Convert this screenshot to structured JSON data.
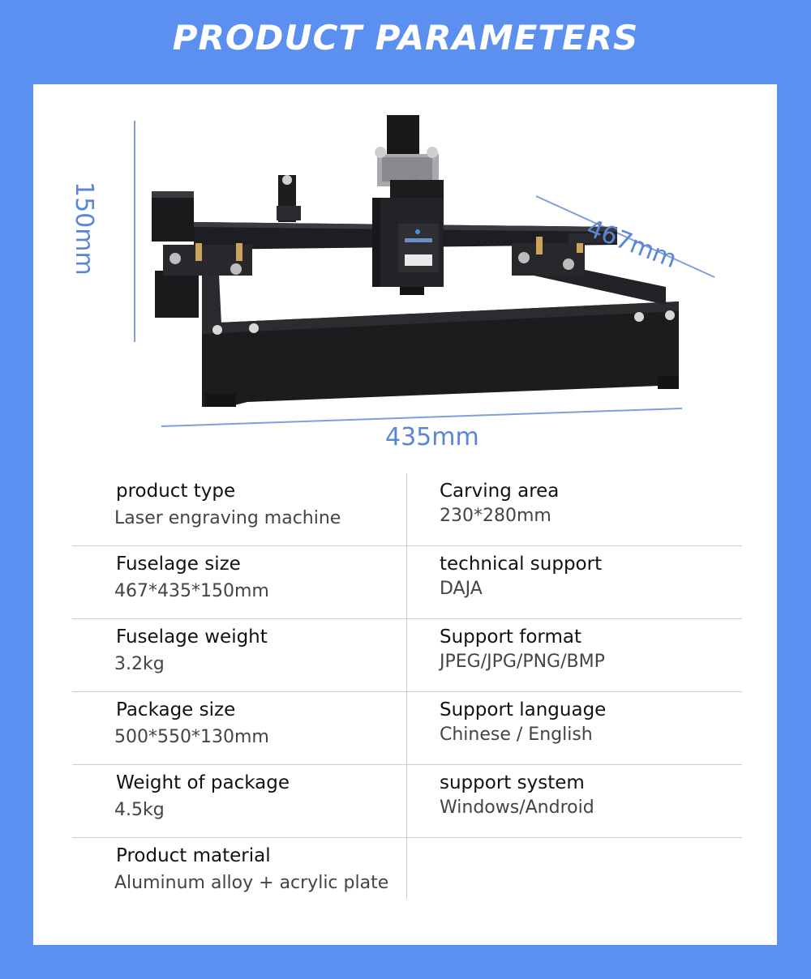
{
  "header": {
    "title": "PRODUCT PARAMETERS"
  },
  "dimensions": {
    "width": "435mm",
    "depth": "467mm",
    "height": "150mm"
  },
  "specs": [
    {
      "label": "product type",
      "value": "Laser engraving machine"
    },
    {
      "label": "Carving area",
      "value": "230*280mm"
    },
    {
      "label": "Fuselage size",
      "value": "467*435*150mm"
    },
    {
      "label": "technical support",
      "value": "DAJA"
    },
    {
      "label": "Fuselage weight",
      "value": "3.2kg"
    },
    {
      "label": "Support format",
      "value": "JPEG/JPG/PNG/BMP"
    },
    {
      "label": "Package size",
      "value": "500*550*130mm"
    },
    {
      "label": "Support language",
      "value": "Chinese / English"
    },
    {
      "label": "Weight of package",
      "value": "4.5kg"
    },
    {
      "label": "support system",
      "value": "Windows/Android"
    },
    {
      "label": "Product material",
      "value": "Aluminum alloy + acrylic plate"
    }
  ],
  "colors": {
    "background": "#5b8ff0",
    "dimension_text": "#5b86d6",
    "machine_frame": "#1c1c1e"
  }
}
